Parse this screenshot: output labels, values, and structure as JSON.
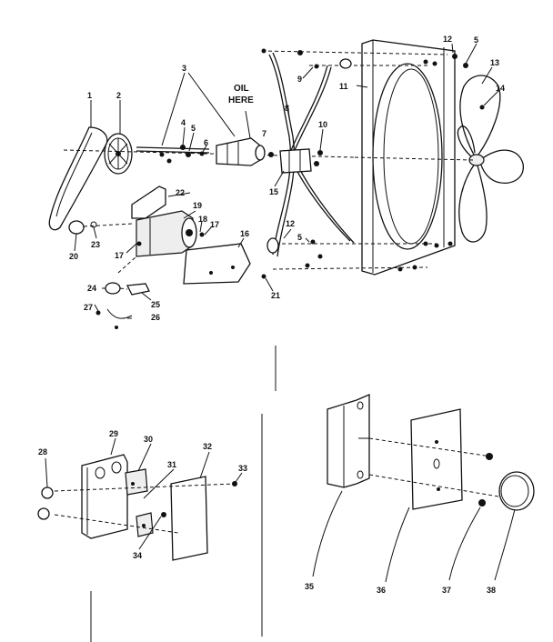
{
  "note": {
    "line1": "OIL",
    "line2": "HERE"
  },
  "callouts": [
    "1",
    "2",
    "3",
    "4",
    "5",
    "6",
    "7",
    "8",
    "9",
    "10",
    "11",
    "12",
    "13",
    "14",
    "15",
    "16",
    "17",
    "18",
    "19",
    "20",
    "21",
    "22",
    "23",
    "24",
    "25",
    "26",
    "27",
    "5",
    "12",
    "17",
    "28",
    "29",
    "30",
    "31",
    "32",
    "33",
    "34",
    "35",
    "36",
    "37",
    "38"
  ]
}
